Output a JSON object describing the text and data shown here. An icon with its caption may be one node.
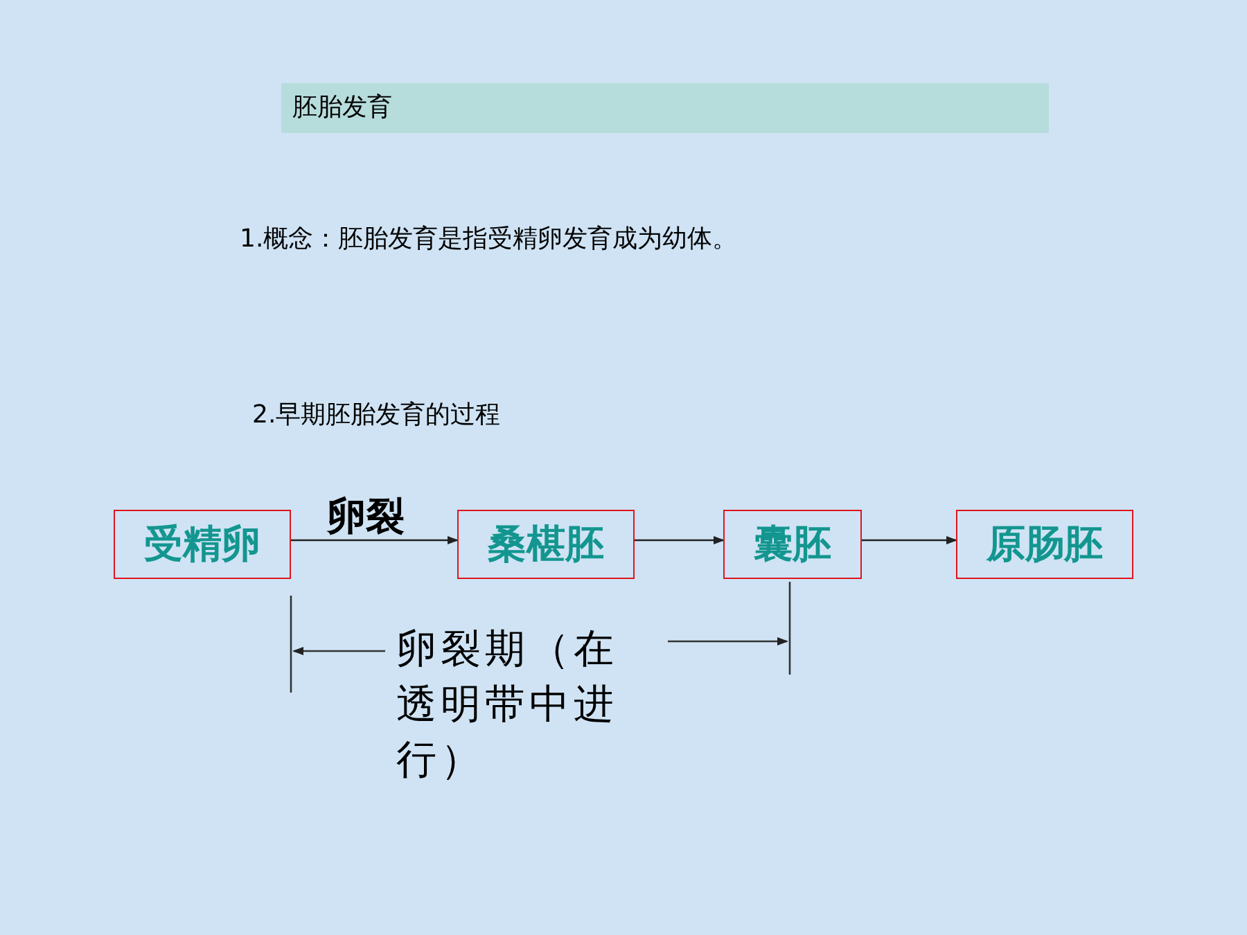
{
  "diagram": {
    "title": "胚胎发育",
    "nodes": [
      {
        "text": [
          "受精卵"
        ]
      },
      {
        "text": [
          "桑椹胚"
        ]
      },
      {
        "text": [
          "囊胚"
        ]
      },
      {
        "text": [
          "原肠胚"
        ]
      }
    ],
    "edges": [
      {
        "from": 0,
        "to": 1,
        "arrow": "to",
        "label": "卵裂"
      },
      {
        "from": 1,
        "to": 2,
        "arrow": "to"
      },
      {
        "from": 2,
        "to": 3,
        "arrow": "to"
      }
    ],
    "labels": [
      "1.概念：胚胎发育是指受精卵发育成为幼体。",
      "2.早期胚胎发育的过程",
      "卵裂期（在透明带中进行）"
    ]
  }
}
